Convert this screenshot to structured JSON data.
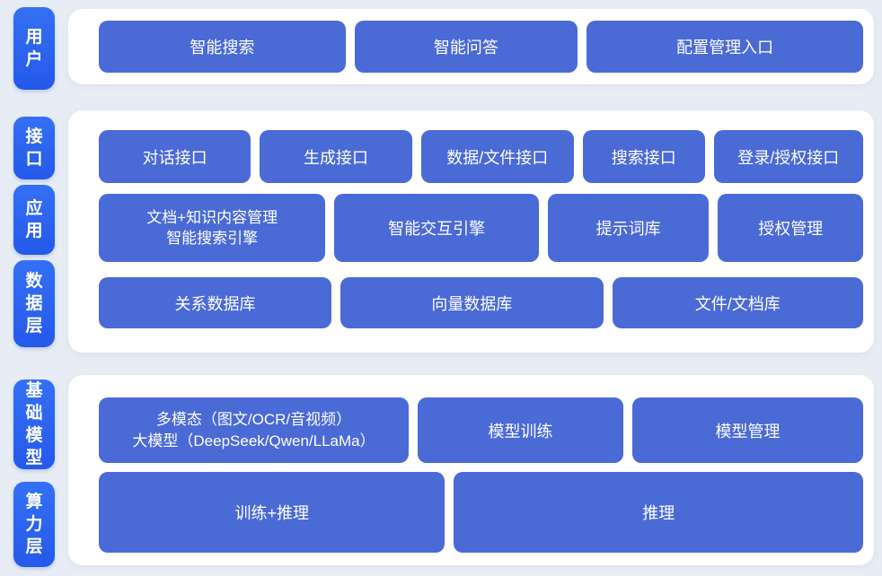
{
  "colors": {
    "page_background": "#e8edf5",
    "panel_background": "#ffffff",
    "layer_tab_blue": "#2a63f0",
    "block_blue": "#4a6ad6",
    "text_white": "#ffffff"
  },
  "sections": [
    {
      "tabs": [
        {
          "label": "用户"
        }
      ],
      "rows": [
        {
          "blocks": [
            {
              "label": "智能搜索"
            },
            {
              "label": "智能问答"
            },
            {
              "label": "配置管理入口"
            }
          ]
        }
      ]
    },
    {
      "tabs": [
        {
          "label": "接口"
        },
        {
          "label": "应用"
        },
        {
          "label": "数据层"
        }
      ],
      "rows": [
        {
          "blocks": [
            {
              "label": "对话接口"
            },
            {
              "label": "生成接口"
            },
            {
              "label": "数据/文件接口"
            },
            {
              "label": "搜索接口"
            },
            {
              "label": "登录/授权接口"
            }
          ]
        },
        {
          "blocks": [
            {
              "line1": "文档+知识内容管理",
              "line2": "智能搜索引擎"
            },
            {
              "label": "智能交互引擎"
            },
            {
              "label": "提示词库"
            },
            {
              "label": "授权管理"
            }
          ]
        },
        {
          "blocks": [
            {
              "label": "关系数据库"
            },
            {
              "label": "向量数据库"
            },
            {
              "label": "文件/文档库"
            }
          ]
        }
      ]
    },
    {
      "tabs": [
        {
          "label": "基础模型"
        },
        {
          "label": "算力层"
        }
      ],
      "rows": [
        {
          "blocks": [
            {
              "line1": "多模态（图文/OCR/音视频）",
              "line2": "大模型（DeepSeek/Qwen/LLaMa）"
            },
            {
              "label": "模型训练"
            },
            {
              "label": "模型管理"
            }
          ]
        },
        {
          "blocks": [
            {
              "label": "训练+推理"
            },
            {
              "label": "推理"
            }
          ]
        }
      ]
    }
  ]
}
